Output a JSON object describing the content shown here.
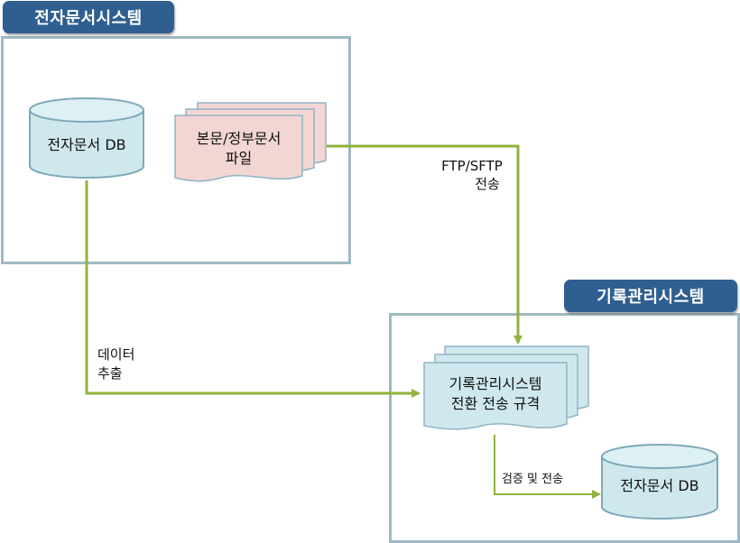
{
  "source_system": {
    "title": "전자문서시스템",
    "db_label": "전자문서 DB",
    "files_line1": "본문/정부문서",
    "files_line2": "파일"
  },
  "target_system": {
    "title": "기록관리시스템",
    "doc_line1": "기록관리시스템",
    "doc_line2": "전환 전송 규격",
    "db_label": "전자문서 DB"
  },
  "edges": {
    "ftp_line1": "FTP/SFTP",
    "ftp_line2": "전송",
    "extract_line1": "데이터",
    "extract_line2": "추출",
    "verify_label": "검증 및 전송"
  },
  "colors": {
    "frame_border": "#9fb8c3",
    "title_bg": "#2f5f91",
    "arrow": "#8fb33d",
    "cylinder_fill": "#cfe8ee",
    "file_fill": "#f2d6d4",
    "doc_fill": "#cfe8ee"
  }
}
